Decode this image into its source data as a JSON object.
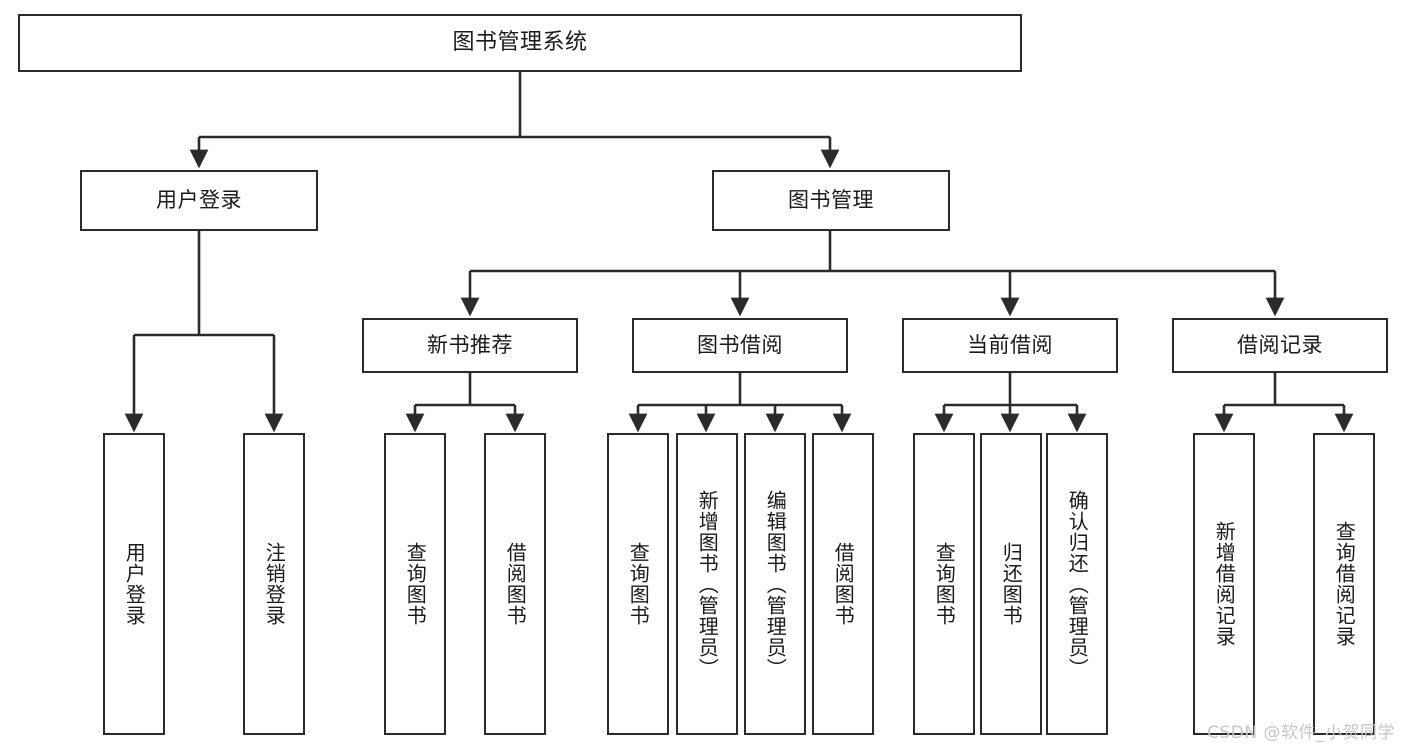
{
  "diagram": {
    "title": "图书管理系统",
    "type": "tree-hierarchy-chart",
    "orientation": "top-down",
    "line_color": "#2b2b2b",
    "box_fill": "#ffffff",
    "text_color": "#1a1a1a"
  },
  "nodes": {
    "root": {
      "label": "图书管理系统",
      "level": 0
    },
    "level1": [
      {
        "label": "用户登录",
        "level": 1
      },
      {
        "label": "图书管理",
        "level": 1
      }
    ],
    "level2": [
      {
        "label": "新书推荐",
        "level": 2,
        "parent": "图书管理"
      },
      {
        "label": "图书借阅",
        "level": 2,
        "parent": "图书管理"
      },
      {
        "label": "当前借阅",
        "level": 2,
        "parent": "图书管理"
      },
      {
        "label": "借阅记录",
        "level": 2,
        "parent": "图书管理"
      }
    ],
    "leaves": {
      "user_login": [
        {
          "label": "用户登录"
        },
        {
          "label": "注销登录"
        }
      ],
      "new_book_recommend": [
        {
          "label": "查询图书"
        },
        {
          "label": "借阅图书"
        }
      ],
      "book_borrow": [
        {
          "label": "查询图书"
        },
        {
          "label": "新增图书（管理员）"
        },
        {
          "label": "编辑图书（管理员）"
        },
        {
          "label": "借阅图书"
        }
      ],
      "current_borrow": [
        {
          "label": "查询图书"
        },
        {
          "label": "归还图书"
        },
        {
          "label": "确认归还（管理员）"
        }
      ],
      "borrow_record": [
        {
          "label": "新增借阅记录"
        },
        {
          "label": "查询借阅记录"
        }
      ]
    }
  },
  "watermark": {
    "text": "CSDN @软件_小贺同学"
  }
}
